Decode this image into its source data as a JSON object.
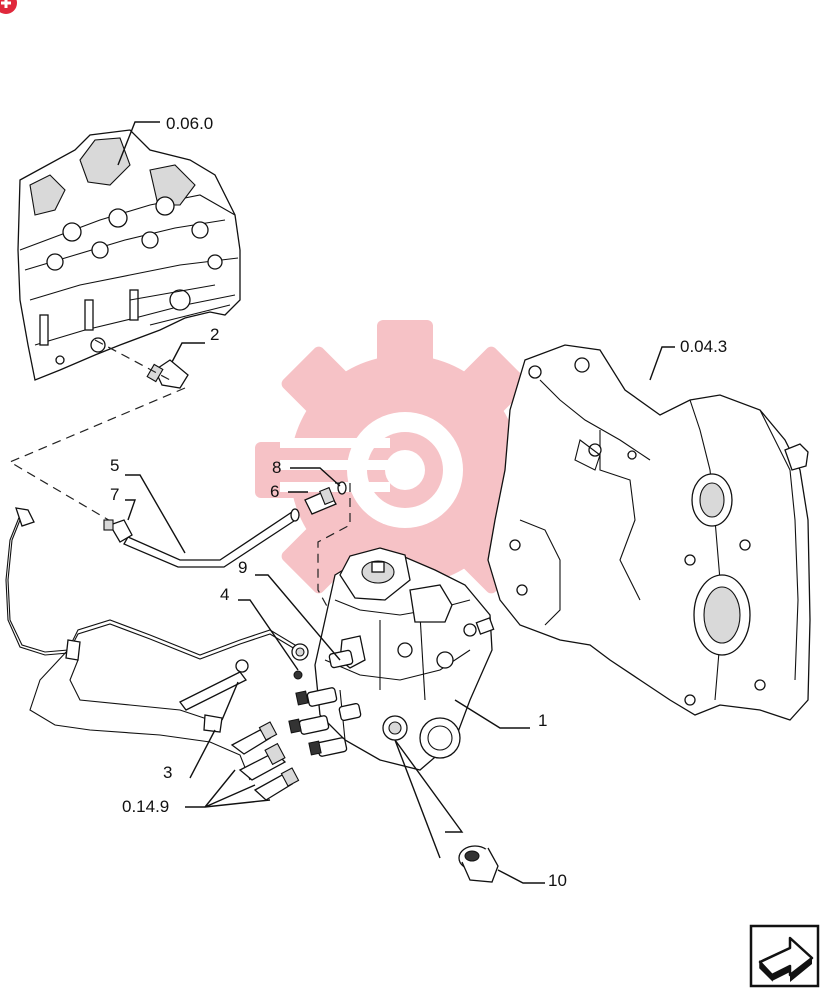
{
  "labels": {
    "cylinder_head": "0.06.0",
    "part_2": "2",
    "gear_housing": "0.04.3",
    "part_5": "5",
    "part_7": "7",
    "part_8": "8",
    "part_6": "6",
    "part_9": "9",
    "part_4": "4",
    "part_1": "1",
    "part_3": "3",
    "injector_pipes": "0.14.9",
    "part_10": "10"
  },
  "icons": {
    "corner_badge": "plus-badge-icon",
    "watermark": "gear-logo-watermark-icon",
    "next_page": "next-page-arrow-icon"
  },
  "colors": {
    "badge": "#e0283c",
    "watermark": "#f5b8bd",
    "lines": "#111111"
  }
}
